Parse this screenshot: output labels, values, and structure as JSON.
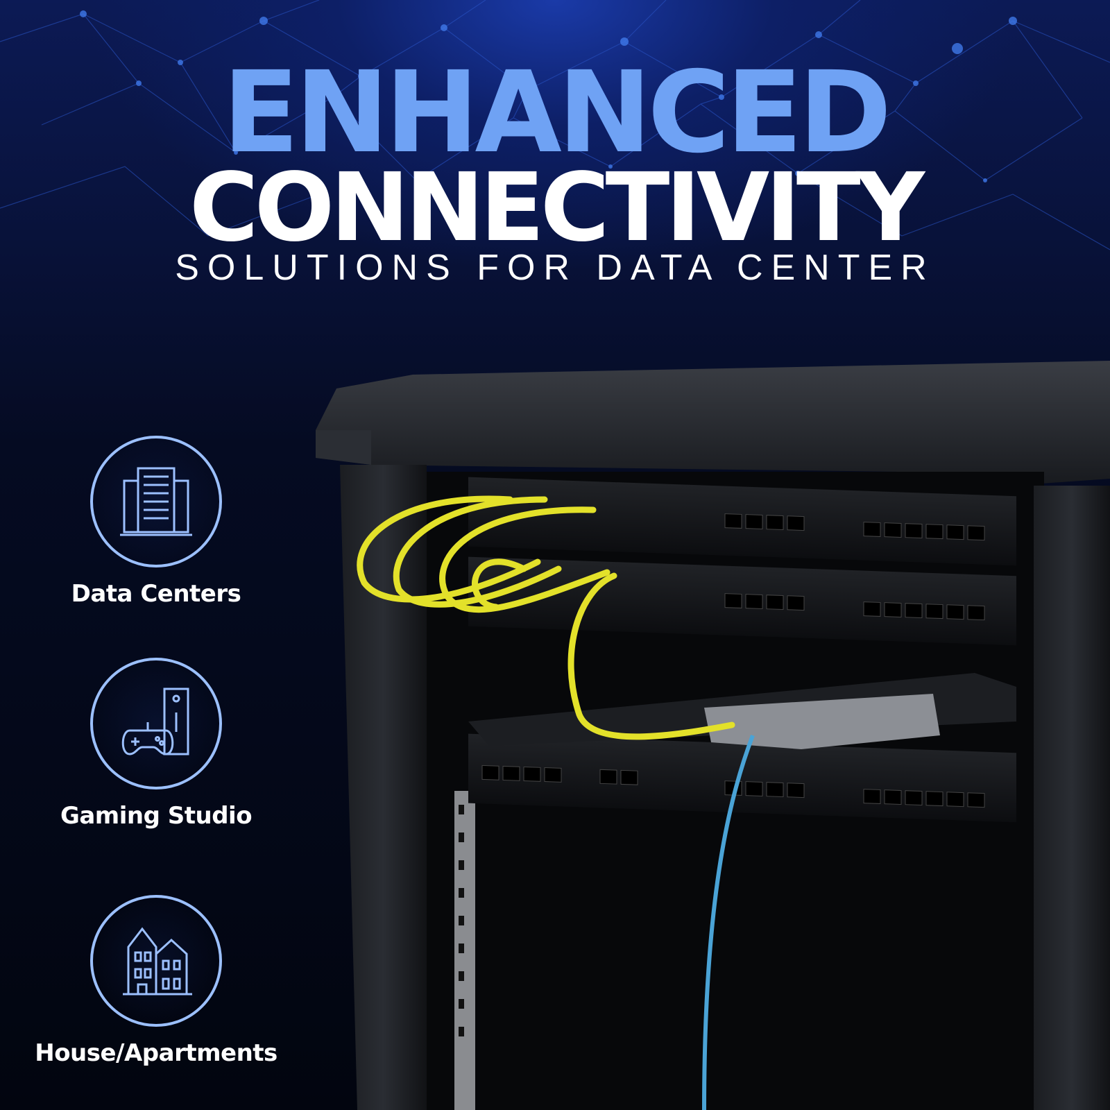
{
  "headline": {
    "line1": "ENHANCED",
    "line2": "CONNECTIVITY",
    "line3": "SOLUTIONS FOR DATA CENTER"
  },
  "features": [
    {
      "label": "Data Centers",
      "icon": "server-rack-icon"
    },
    {
      "label": "Gaming Studio",
      "icon": "gamepad-console-icon"
    },
    {
      "label": "House/Apartments",
      "icon": "house-icon"
    }
  ],
  "colors": {
    "accent_blue": "#6fa2f4",
    "icon_stroke": "#9cc0ff",
    "cable_yellow": "#e3e12a",
    "cable_blue": "#4aa3d6"
  }
}
